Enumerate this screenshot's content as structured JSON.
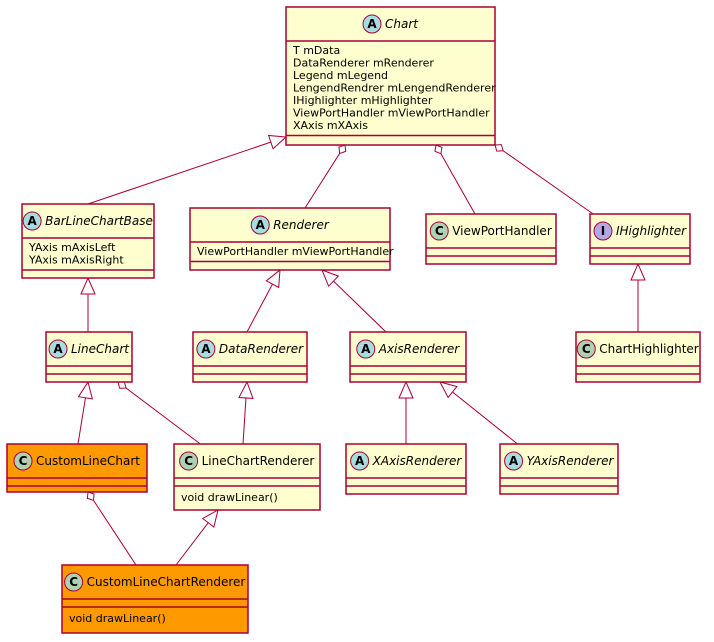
{
  "diagram": {
    "classes": [
      {
        "id": "chart",
        "name": "Chart",
        "kind": "abstract",
        "highlight": false,
        "fields": [
          "T mData",
          "DataRenderer mRenderer",
          "Legend mLegend",
          "LengendRendrer mLengendRenderer",
          "IHighlighter mHighlighter",
          "ViewPortHandler mViewPortHandler",
          "XAxis mXAxis"
        ],
        "methods": []
      },
      {
        "id": "barlinechartbase",
        "name": "BarLineChartBase",
        "kind": "abstract",
        "highlight": false,
        "fields": [
          "YAxis mAxisLeft",
          "YAxis mAxisRight"
        ],
        "methods": []
      },
      {
        "id": "renderer",
        "name": "Renderer",
        "kind": "abstract",
        "highlight": false,
        "fields": [
          "ViewPortHandler mViewPortHandler"
        ],
        "methods": []
      },
      {
        "id": "viewporthandler",
        "name": "ViewPortHandler",
        "kind": "class",
        "highlight": false,
        "fields": [],
        "methods": []
      },
      {
        "id": "ihighlighter",
        "name": "IHighlighter",
        "kind": "interface",
        "highlight": false,
        "fields": [],
        "methods": []
      },
      {
        "id": "linechart",
        "name": "LineChart",
        "kind": "abstract",
        "highlight": false,
        "fields": [],
        "methods": []
      },
      {
        "id": "datarenderer",
        "name": "DataRenderer",
        "kind": "abstract",
        "highlight": false,
        "fields": [],
        "methods": []
      },
      {
        "id": "axisrenderer",
        "name": "AxisRenderer",
        "kind": "abstract",
        "highlight": false,
        "fields": [],
        "methods": []
      },
      {
        "id": "charthighlighter",
        "name": "ChartHighlighter",
        "kind": "class",
        "highlight": false,
        "fields": [],
        "methods": []
      },
      {
        "id": "customlinechart",
        "name": "CustomLineChart",
        "kind": "class",
        "highlight": true,
        "fields": [],
        "methods": []
      },
      {
        "id": "linechartrenderer",
        "name": "LineChartRenderer",
        "kind": "class",
        "highlight": false,
        "fields": [],
        "methods": [
          "void drawLinear()"
        ]
      },
      {
        "id": "xaxisrenderer",
        "name": "XAxisRenderer",
        "kind": "abstract",
        "highlight": false,
        "fields": [],
        "methods": []
      },
      {
        "id": "yaxisrenderer",
        "name": "YAxisRenderer",
        "kind": "abstract",
        "highlight": false,
        "fields": [],
        "methods": []
      },
      {
        "id": "customlinechartrenderer",
        "name": "CustomLineChartRenderer",
        "kind": "class",
        "highlight": true,
        "fields": [],
        "methods": [
          "void drawLinear()"
        ]
      }
    ],
    "relations": [
      {
        "from": "barlinechartbase",
        "to": "chart",
        "type": "extends"
      },
      {
        "from": "renderer",
        "to": "chart",
        "type": "aggregation"
      },
      {
        "from": "viewporthandler",
        "to": "chart",
        "type": "aggregation"
      },
      {
        "from": "ihighlighter",
        "to": "chart",
        "type": "aggregation"
      },
      {
        "from": "linechart",
        "to": "barlinechartbase",
        "type": "extends"
      },
      {
        "from": "datarenderer",
        "to": "renderer",
        "type": "extends"
      },
      {
        "from": "axisrenderer",
        "to": "renderer",
        "type": "extends"
      },
      {
        "from": "charthighlighter",
        "to": "ihighlighter",
        "type": "extends"
      },
      {
        "from": "customlinechart",
        "to": "linechart",
        "type": "extends"
      },
      {
        "from": "linechartrenderer",
        "to": "linechart",
        "type": "aggregation"
      },
      {
        "from": "linechartrenderer",
        "to": "datarenderer",
        "type": "extends"
      },
      {
        "from": "xaxisrenderer",
        "to": "axisrenderer",
        "type": "extends"
      },
      {
        "from": "yaxisrenderer",
        "to": "axisrenderer",
        "type": "extends"
      },
      {
        "from": "customlinechartrenderer",
        "to": "customlinechart",
        "type": "aggregation"
      },
      {
        "from": "customlinechartrenderer",
        "to": "linechartrenderer",
        "type": "extends"
      }
    ],
    "stereotype_letters": {
      "abstract": "A",
      "class": "C",
      "interface": "I"
    },
    "colors": {
      "border": "#a80036",
      "fill": "#fefece",
      "highlight_fill": "#ff9900",
      "abstract_badge": "#a9dcdf",
      "class_badge": "#add1b2",
      "interface_badge": "#b4a7e5"
    }
  }
}
